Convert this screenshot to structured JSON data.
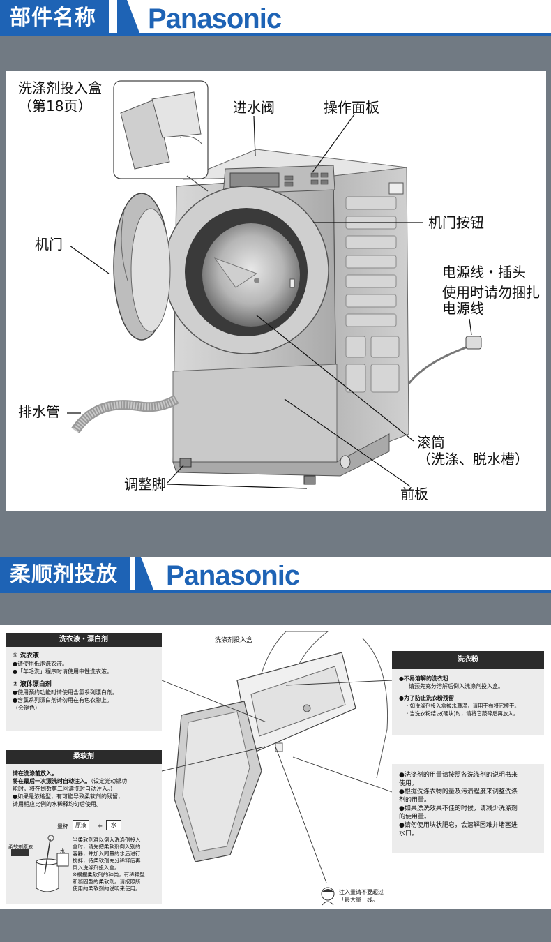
{
  "section1": {
    "title": "部件名称",
    "brand": "Panasonic",
    "labels": {
      "detergent_box": "洗涤剂投入盒",
      "detergent_page": "（第18页）",
      "water_valve": "进水阀",
      "control_panel": "操作面板",
      "door_button": "机门按钮",
      "door": "机门",
      "power_cord": "电源线・插头",
      "power_note_1": "使用时请勿捆扎",
      "power_note_2": "电源线",
      "drain_hose": "排水管",
      "drum": "滚筒",
      "drum_sub": "（洗涤、脱水槽）",
      "adjust_feet": "调整脚",
      "front_panel": "前板"
    }
  },
  "section2": {
    "title": "柔顺剂投放",
    "brand": "Panasonic",
    "diagram_label": "洗涤剂投入盒",
    "liquid_box": {
      "header": "洗衣液・漂白剂",
      "sub1": "① 洗衣液",
      "sub1_lines": [
        "●请使用低泡洗衣液。",
        "●「羊毛洗」程序时请使用中性洗衣液。"
      ],
      "sub2": "② 液体漂白剂",
      "sub2_lines": [
        "●使用预约功能时请使用含氯系列漂白剂。",
        "●含氯系列漂白剂请勿用在有色衣物上。",
        "（会褪色）"
      ]
    },
    "softener_box": {
      "header": "柔软剂",
      "bold1": "请在洗涤前放入。",
      "bold2": "将在最后一次漂洗时自动注入。",
      "line2_rest": "（设定光动银功",
      "lines": [
        "能时，将在倒数第二回漂洗时自动注入。）",
        "●如果是浓缩型，有可能导致柔软剂的残留，",
        "  请用相应比例的水稀释均匀后使用。"
      ],
      "cup_label": "量杯",
      "stock_label": "原液",
      "plus": "+",
      "water_label": "水",
      "softener_label": "柔软剂原液",
      "water_small": "水",
      "notes": [
        "当柔软剂难以倒入洗涤剂投入",
        "盒时，请先把柔软剂倒入别的",
        "容器，并加入同量的水后进行",
        "搅拌，待柔软剂充分稀释后再",
        "倒入洗涤剂投入盒。",
        "※根据柔软剂的种类，有稀释型",
        "  和凝固型的柔软剂。请按照所",
        "  使用的柔软剂的说明来使用。"
      ]
    },
    "powder_box": {
      "header": "洗衣粉",
      "bold1": "●不易溶解的洗衣粉",
      "line1": "请预先充分溶解后倒入洗涤剂投入盒。",
      "bold2": "●为了防止洗衣粉残留",
      "lines": [
        "・如洗涤剂投入盒被水溅湿，请用干布将它擦干。",
        "・当洗衣粉结块(硬块)时，请将它敲碎后再放入。"
      ]
    },
    "general_box": {
      "lines": [
        "●洗涤剂的用量请按照各洗涤剂的说明书来",
        "  使用。",
        "●根据洗涤衣物的量及污渍程度来调整洗涤",
        "  剂的用量。",
        "●如果漂洗效果不佳的时候，请减少洗涤剂",
        "  的使用量。",
        "●请勿使用块状肥皂，会溶解困难并堵塞进",
        "  水口。"
      ]
    },
    "max_note": [
      "注入量请不要超过",
      "「最大量」线。"
    ]
  }
}
